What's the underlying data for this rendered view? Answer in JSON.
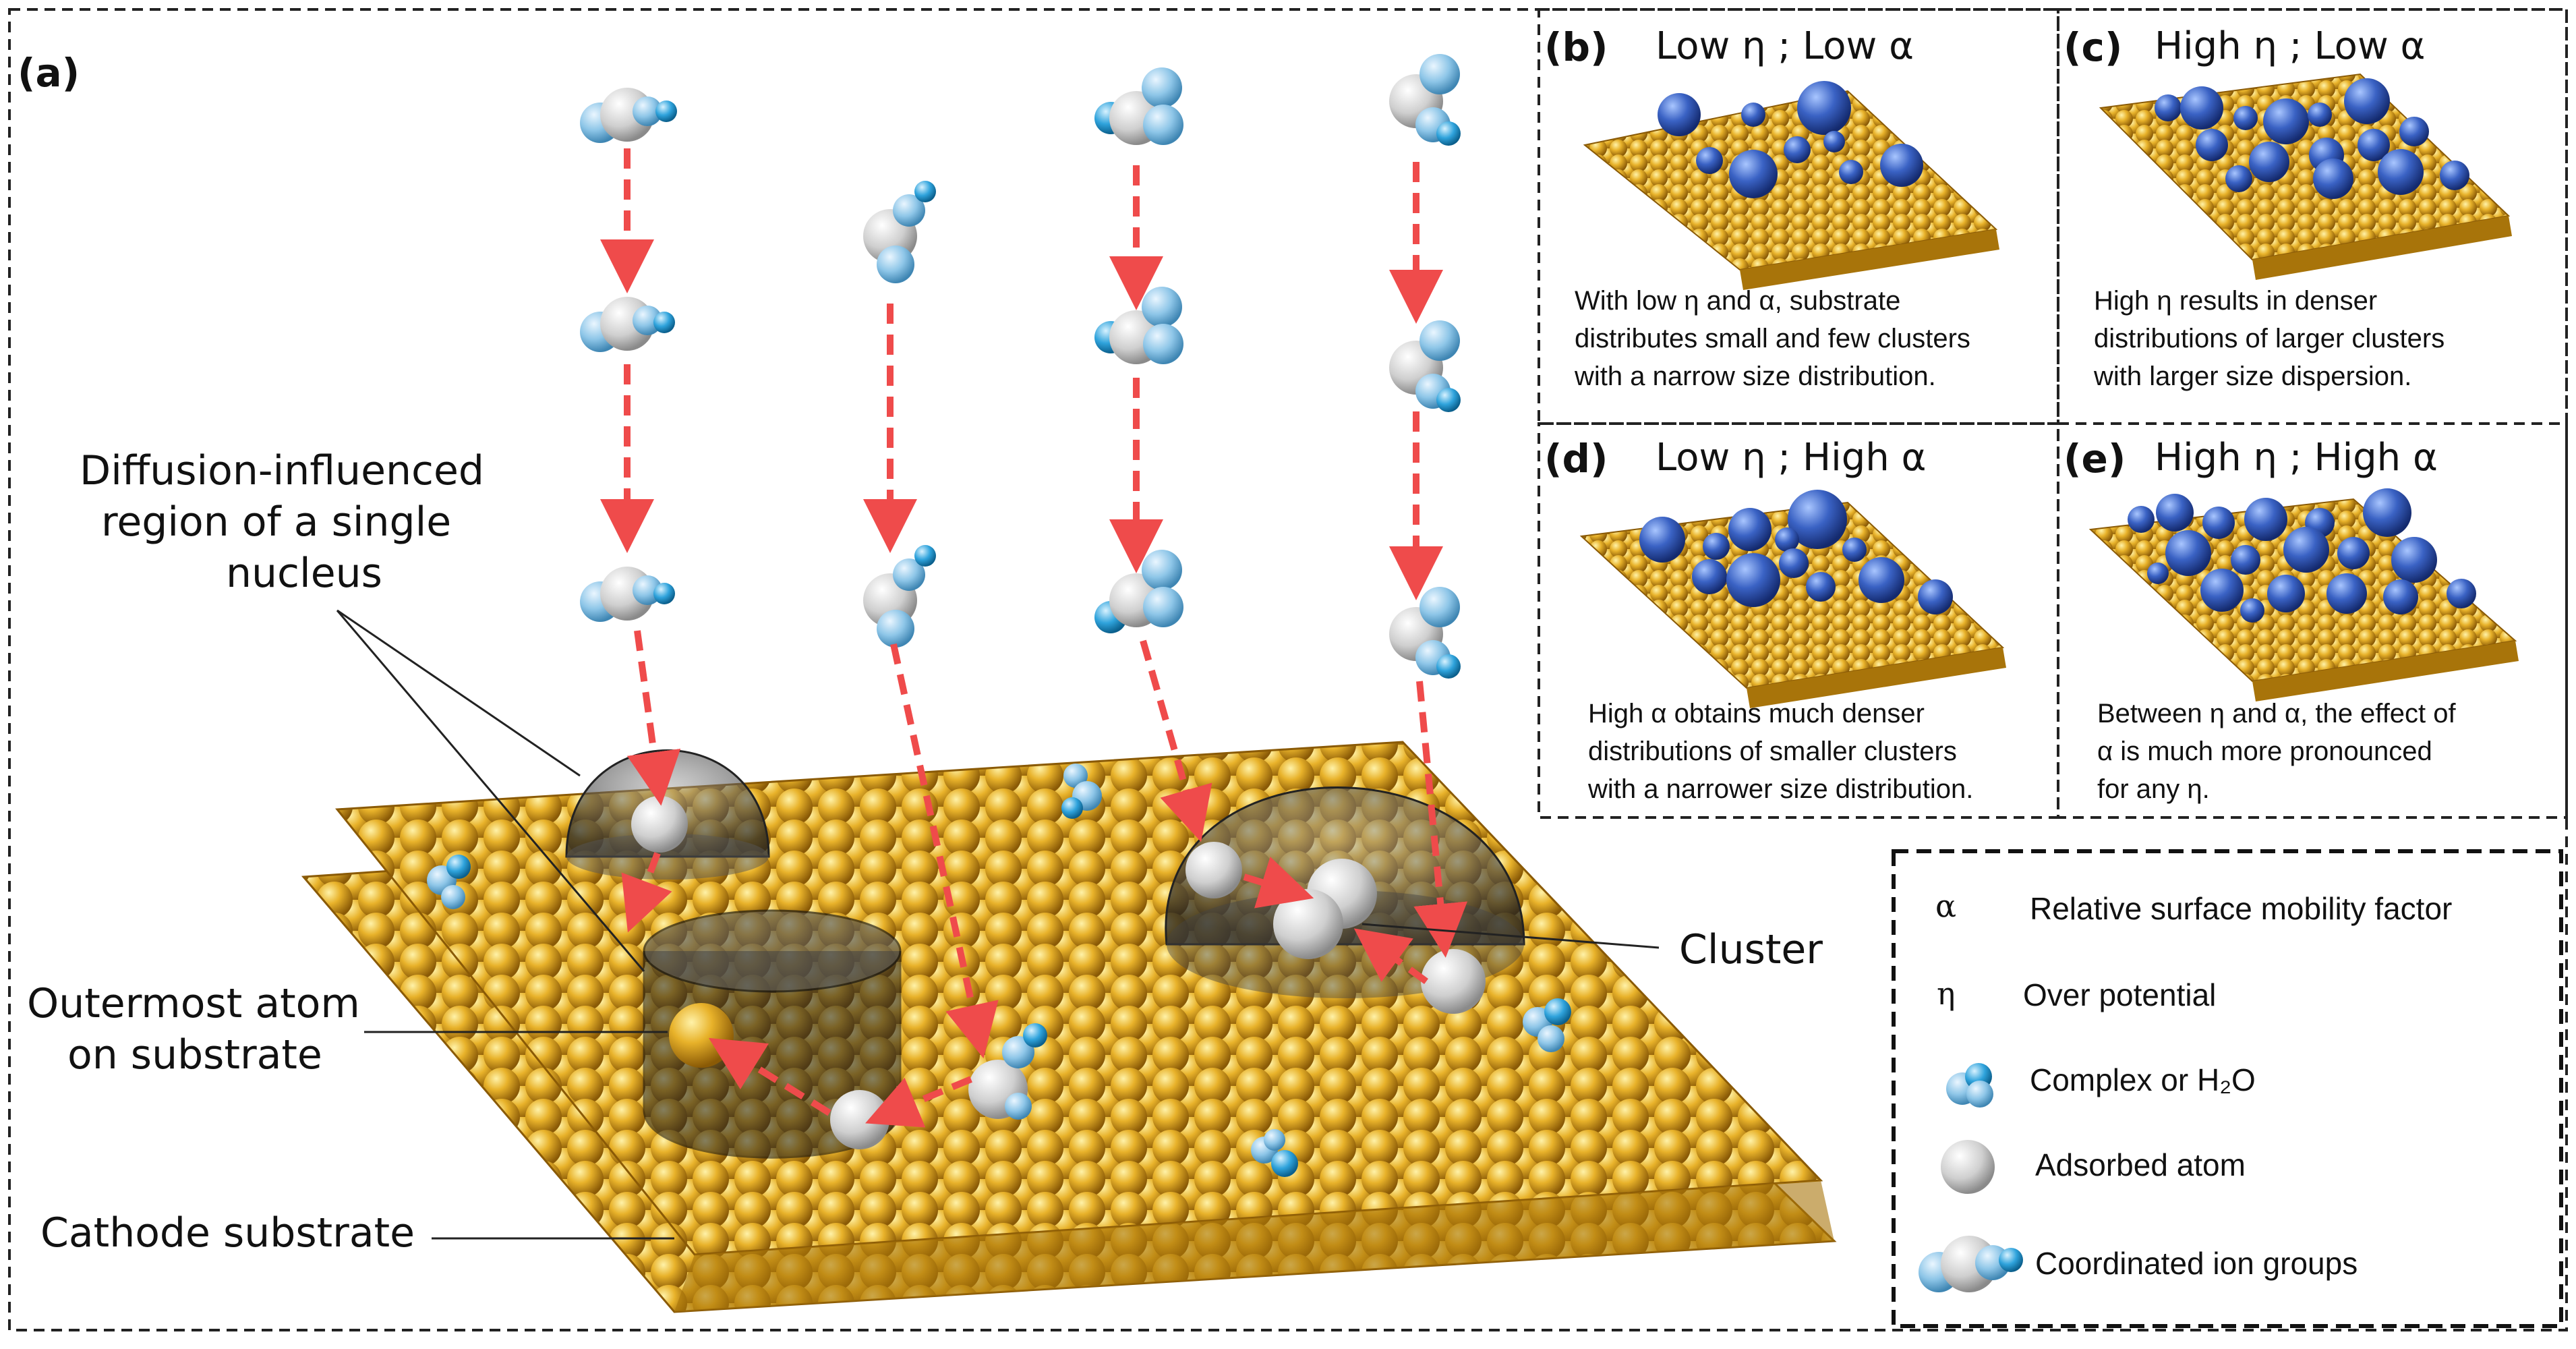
{
  "panel_a": {
    "tag": "(a)",
    "labels": {
      "diffusion": [
        "Diffusion-influenced",
        "region of a single",
        "nucleus"
      ],
      "outermost": [
        "Outermost atom",
        "on substrate"
      ],
      "cathode": "Cathode substrate",
      "cluster": "Cluster"
    }
  },
  "panels": [
    {
      "tag": "(b)",
      "title": "Low  η ; Low α",
      "desc": [
        "With low η and α, substrate",
        "distributes small and few clusters",
        "with a narrow size distribution."
      ]
    },
    {
      "tag": "(c)",
      "title": "High  η ; Low α",
      "desc": [
        "High η results in denser",
        "distributions of larger clusters",
        "with larger size dispersion."
      ]
    },
    {
      "tag": "(d)",
      "title": "Low  η ; High α",
      "desc": [
        "High α obtains much denser",
        "distributions of smaller clusters",
        "with a narrower size distribution."
      ]
    },
    {
      "tag": "(e)",
      "title": "High  η ; High α",
      "desc": [
        "Between η and α, the effect of",
        "α is much more pronounced",
        "for any η."
      ]
    }
  ],
  "legend": [
    {
      "symbol": "α",
      "label": "Relative surface  mobility factor"
    },
    {
      "symbol": "η",
      "label": "Over potential"
    },
    {
      "icon": "complex-icon",
      "label": "Complex or H₂O"
    },
    {
      "icon": "adsorbed-atom-icon",
      "label": "Adsorbed atom"
    },
    {
      "icon": "coordinated-ion-group-icon",
      "label": "Coordinated ion groups"
    }
  ],
  "colors": {
    "substrate_gold": "#d9a21b",
    "cluster_blue": "#2d4fae",
    "complex_blue": "#5aaee0",
    "atom_gray": "#d8d8d8",
    "arrow_red": "#ef4b4b"
  }
}
